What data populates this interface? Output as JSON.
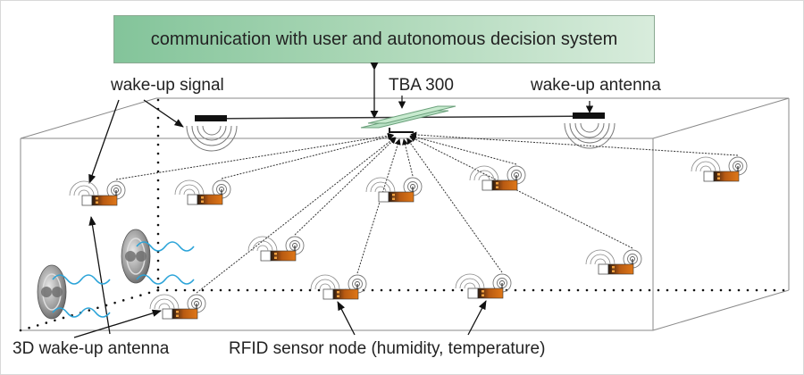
{
  "banner": {
    "text": "communication with user and autonomous decision system"
  },
  "labels": {
    "wake_up_signal": "wake-up signal",
    "tba": "TBA 300",
    "wake_up_antenna": "wake-up antenna",
    "wake_up_3d": "3D wake-up antenna",
    "rfid_node": "RFID sensor node (humidity, temperature)"
  },
  "colors": {
    "banner_start": "#83c49a",
    "banner_end": "#d8ecdc",
    "reader_plate": "#b8e0c4",
    "node_body": "#d46a10",
    "wave": "#2aa3d8"
  },
  "sensor_nodes": [
    {
      "id": 1
    },
    {
      "id": 2
    },
    {
      "id": 3
    },
    {
      "id": 4
    },
    {
      "id": 5
    },
    {
      "id": 6
    },
    {
      "id": 7
    },
    {
      "id": 8
    },
    {
      "id": 9
    },
    {
      "id": 10
    },
    {
      "id": 11
    }
  ]
}
